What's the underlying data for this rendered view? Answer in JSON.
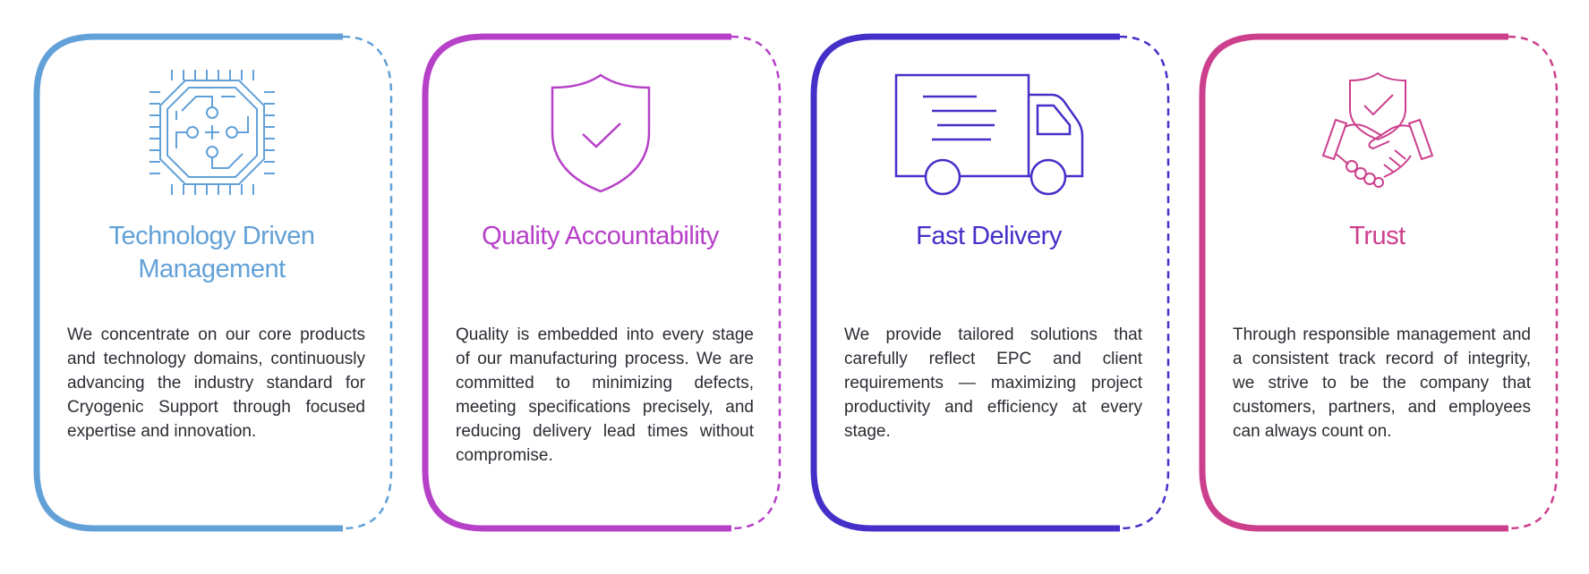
{
  "cards": [
    {
      "title": "Technology Driven Management",
      "description": "We concentrate on our core products and technology domains, continuously advancing the industry standard for Cryogenic Support through focused expertise and innovation.",
      "color": "#62a1d8",
      "icon": "chip-icon"
    },
    {
      "title": "Quality Accountability",
      "description": "Quality is embedded into every stage of our manufacturing process. We are committed to minimizing defects, meeting specifications precisely, and reducing delivery lead times without compromise.",
      "color": "#b640c8",
      "icon": "shield-check-icon"
    },
    {
      "title": "Fast Delivery",
      "description": "We provide tailored solutions that carefully reflect EPC and client requirements — maximizing project productivity and efficiency at every stage.",
      "color": "#4430c8",
      "icon": "delivery-truck-icon"
    },
    {
      "title": "Trust",
      "description": "Through responsible management and a consistent track record of integrity, we strive to be the company that customers, partners, and employees can always count on.",
      "color": "#cc3f8d",
      "icon": "handshake-shield-icon"
    }
  ]
}
